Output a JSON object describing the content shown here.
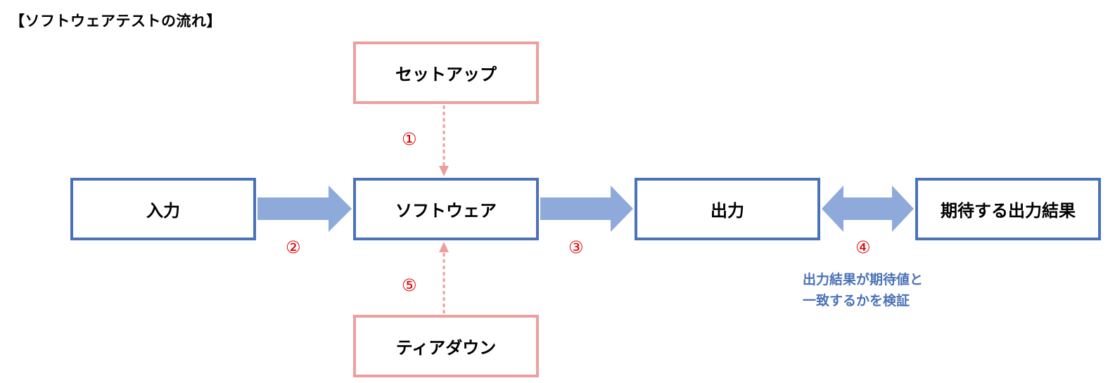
{
  "title": "【ソフトウェアテストの流れ】",
  "boxes": {
    "setup": "セットアップ",
    "input": "入力",
    "software": "ソフトウェア",
    "output": "出力",
    "expected": "期待する出力結果",
    "teardown": "ティアダウン"
  },
  "steps": {
    "s1": "①",
    "s2": "②",
    "s3": "③",
    "s4": "④",
    "s5": "⑤"
  },
  "note": {
    "line1": "出力結果が期待値と",
    "line2": "一致するかを検証"
  },
  "colors": {
    "primary_border": "#4a72b8",
    "secondary_border": "#ef9e9e",
    "arrow_fill": "#8eaadb",
    "step_text": "#e00000",
    "note_text": "#4a72b8"
  }
}
